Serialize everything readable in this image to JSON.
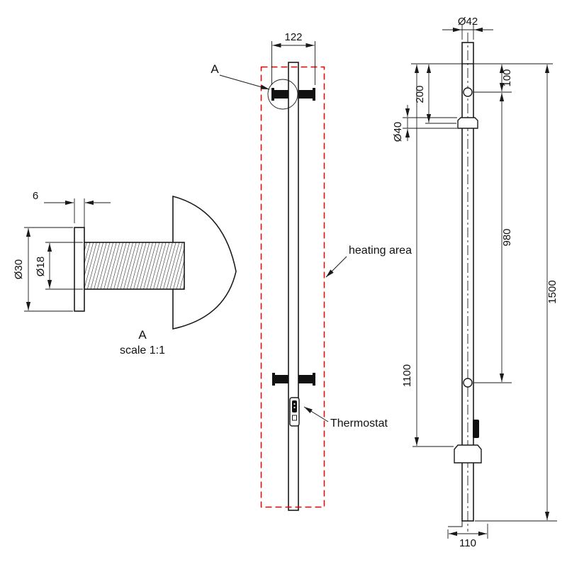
{
  "colors": {
    "line": "#1a1a1a",
    "heating_area": "#f20000"
  },
  "detail_view": {
    "view_label": "A",
    "scale_label": "scale 1:1",
    "dim_flange_thickness": "6",
    "dim_flange_diameter": "Ø30",
    "dim_thread_diameter": "Ø18"
  },
  "front_view": {
    "detail_marker_label": "A",
    "dim_width": "122",
    "heating_area_label": "heating area",
    "thermostat_label": "Thermostat"
  },
  "side_view": {
    "dim_top_diameter": "Ø42",
    "dim_hole_offset": "100",
    "dim_collar_offset": "200",
    "dim_collar_diameter": "Ø40",
    "dim_hole_spacing": "980",
    "dim_lower_length": "1100",
    "dim_total_length": "1500",
    "dim_bottom_length": "110"
  }
}
